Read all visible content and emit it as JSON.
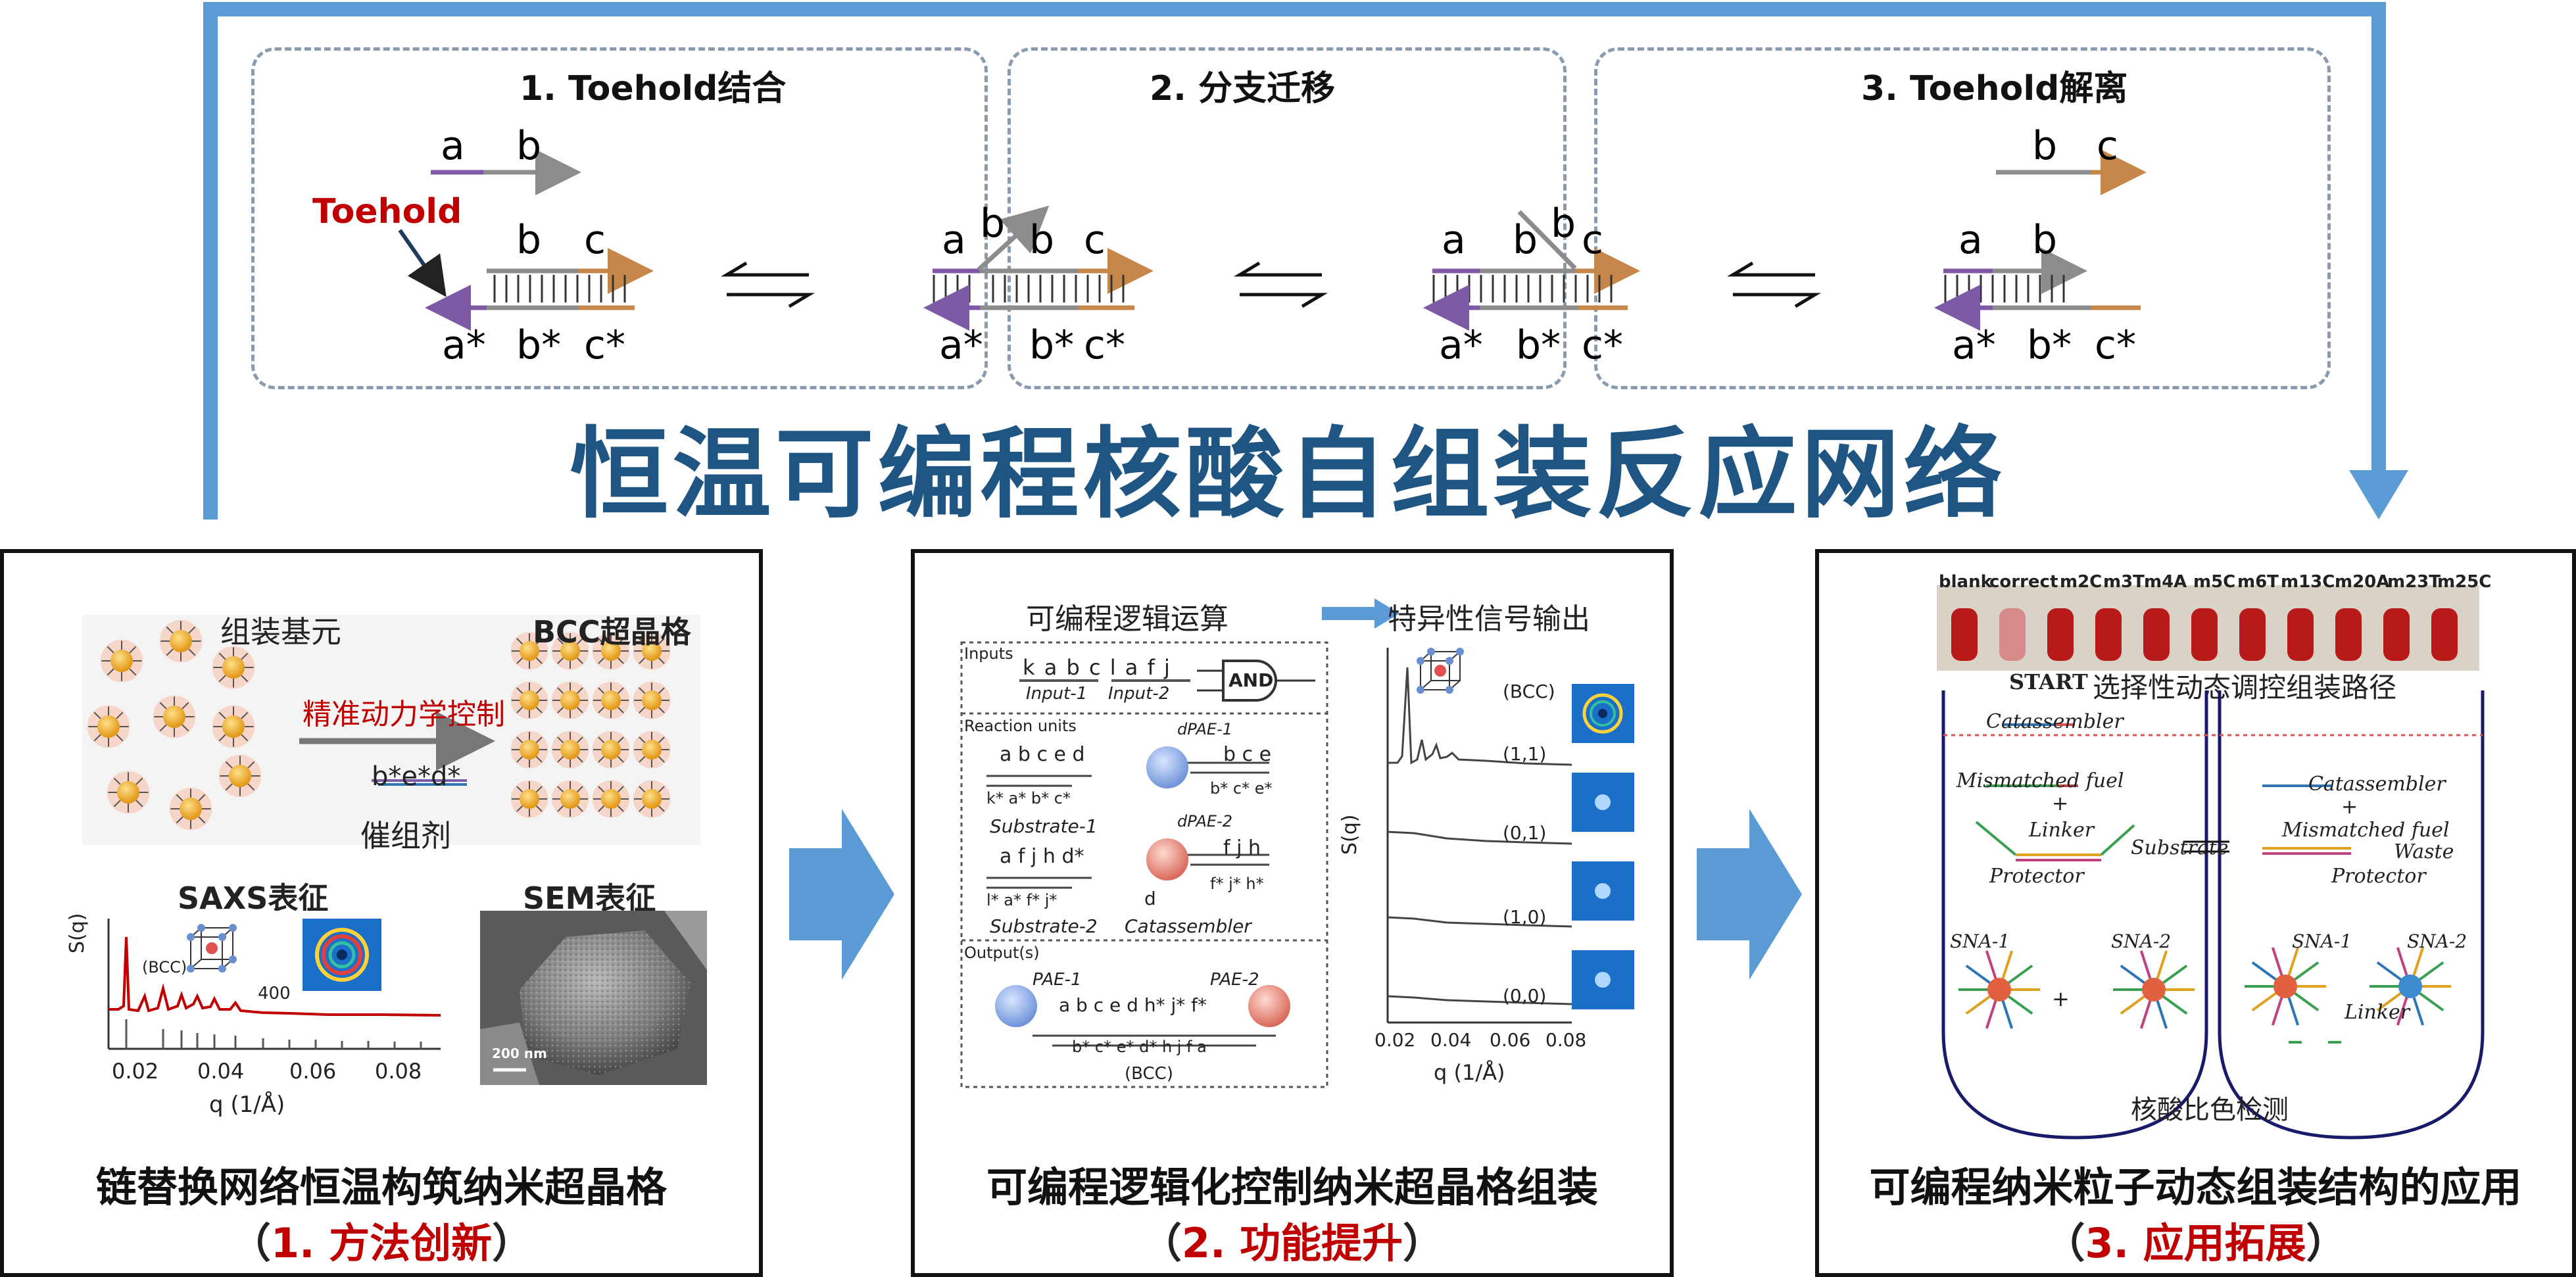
{
  "steps": [
    {
      "title": "1. Toehold结合"
    },
    {
      "title": "2. 分支迁移"
    },
    {
      "title": "3. Toehold解离"
    }
  ],
  "strand_labels": {
    "a": "a",
    "b": "b",
    "c": "c",
    "a_star": "a*",
    "b_star": "b*",
    "c_star": "c*",
    "toehold": "Toehold"
  },
  "main_title": "恒温可编程核酸自组装反应网络",
  "panel1": {
    "unit_label": "组装基元",
    "bcc_label": "BCC超晶格",
    "control_label": "精准动力学控制",
    "catalyst_seq": "b*e*d*",
    "catalyst_label": "催组剂",
    "saxs_title": "SAXS表征",
    "sem_title": "SEM表征",
    "saxs_ylabel": "S(q)",
    "saxs_xlabel": "q (1/Å)",
    "saxs_bcc": "(BCC)",
    "saxs_peak": "400",
    "saxs_ticks": [
      "0.02",
      "0.04",
      "0.06",
      "0.08"
    ],
    "sem_scale": "200 nm",
    "caption": "链替换网络恒温构筑纳米超晶格",
    "sub_open": "（",
    "sub_text": "1. 方法创新",
    "sub_close": "）"
  },
  "panel2": {
    "logic_label": "可编程逻辑运算",
    "output_label": "特异性信号输出",
    "inputs_label": "Inputs",
    "input_seq": "k a b c   l a f j",
    "input1": "Input-1",
    "input2": "Input-2",
    "and_label": "AND",
    "reaction_label": "Reaction units",
    "dpae1": "dPAE-1",
    "dpae2": "dPAE-2",
    "substrate1": "Substrate-1",
    "substrate2": "Substrate-2",
    "catassembler": "Catassembler",
    "sub1_top": "a b c e d",
    "sub1_bot": "k* a* b* c*",
    "sub2_top": "a f j h d*",
    "sub2_bot": "l* a* f* j*",
    "dpae1_seq": "b c e",
    "dpae1_bot": "b* c* e*",
    "dpae2_seq": "f j h",
    "dpae2_bot": "f* j* h*",
    "cat_seq": "d",
    "outputs_label": "Output(s)",
    "pae1": "PAE-1",
    "pae2": "PAE-2",
    "out_top": "a b c e d h* j* f*",
    "out_bot": "b* c* e* d* h j f a",
    "out_bcc": "(BCC)",
    "plot_bcc": "(BCC)",
    "plot_ylabel": "S(q)",
    "plot_xlabel": "q (1/Å)",
    "plot_ticks": [
      "0.02",
      "0.04",
      "0.06",
      "0.08"
    ],
    "states": [
      "(1,1)",
      "(0,1)",
      "(1,0)",
      "(0,0)"
    ],
    "caption": "可编程逻辑化控制纳米超晶格组装",
    "sub_open": "（",
    "sub_text": "2. 功能提升",
    "sub_close": "）"
  },
  "panel3": {
    "tubes": [
      "blank",
      "correct",
      "m2C",
      "m3T",
      "m4A",
      "m5C",
      "m6T",
      "m13C",
      "m20A",
      "m23T",
      "m25C"
    ],
    "start_label": "START",
    "path_label": "选择性动态调控组装路径",
    "catassembler": "Catassembler",
    "mismatched_fuel": "Mismatched fuel",
    "plus": "+",
    "linker": "Linker",
    "substrate": "Substrate",
    "protector": "Protector",
    "waste": "Waste",
    "sna1": "SNA-1",
    "sna2": "SNA-2",
    "linker2": "Linker",
    "detect_label": "核酸比色检测",
    "caption": "可编程纳米粒子动态组装结构的应用",
    "sub_open": "（",
    "sub_text": "3. 应用拓展",
    "sub_close": "）"
  },
  "colors": {
    "title_blue": "#1f5582",
    "arrow_blue": "#5b9bd5",
    "purple": "#7e5aa6",
    "gray": "#8c8c8c",
    "orange": "#c8874a",
    "red": "#c00000",
    "gold": "#f2b233"
  }
}
